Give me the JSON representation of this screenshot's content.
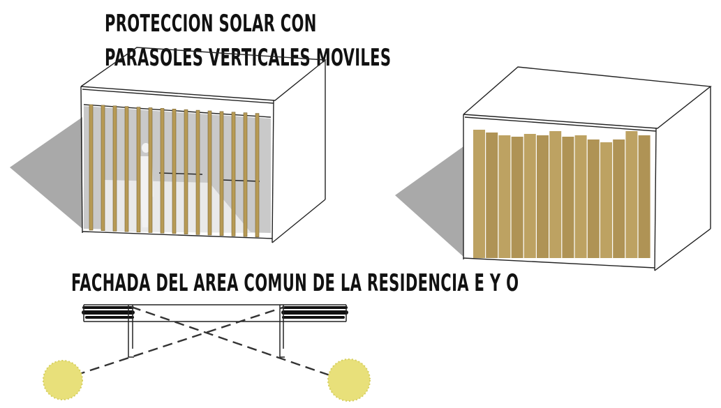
{
  "header": {
    "title_line1": "PROTECCION SOLAR CON",
    "title_line2": "PARASOLES VERTICALES MOVILES"
  },
  "facade_label": "FACHADA DEL AREA COMUN DE LA RESIDENCIA E Y O",
  "colors": {
    "shadow": "#a9a9a9",
    "louver_wood": "#b79a55",
    "louver_closed": "#a88a47",
    "sun": "#e8e07a",
    "ink": "#222222"
  },
  "icons": {
    "sun": "sun-icon",
    "person": "person-silhouette-icon"
  }
}
